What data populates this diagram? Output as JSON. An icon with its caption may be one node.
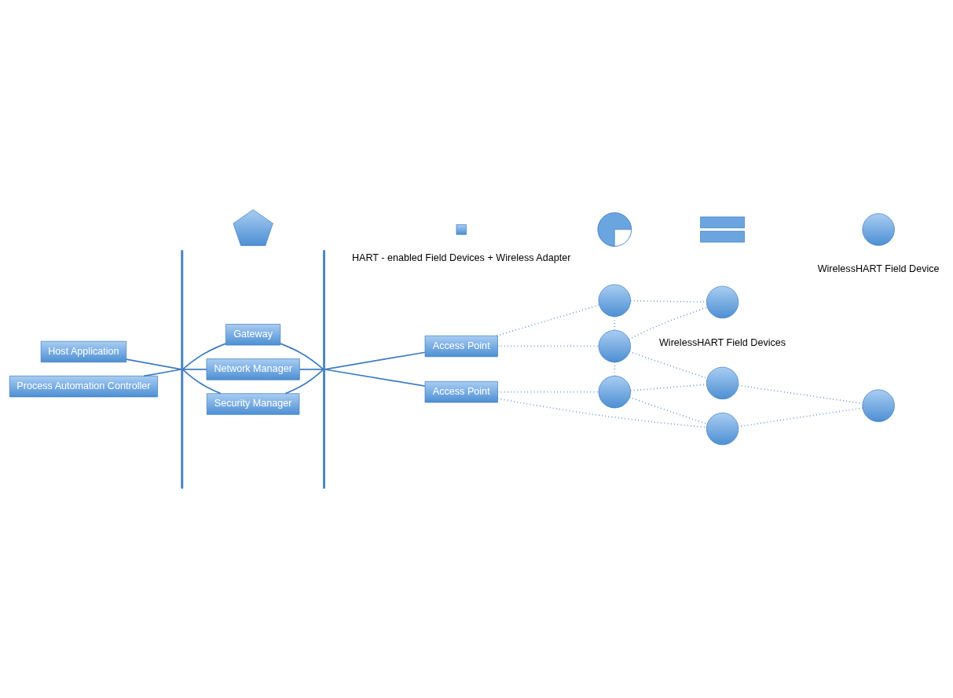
{
  "diagram": {
    "nodes": [
      {
        "text": [
          "Host Application"
        ]
      },
      {
        "text": [
          "Process Automation Controller"
        ]
      },
      {
        "text": [],
        "shape": "bar"
      },
      {
        "text": [
          "Gateway"
        ]
      },
      {
        "text": [
          "Network Manager"
        ]
      },
      {
        "text": [
          "Security Manager"
        ]
      },
      {
        "text": [],
        "shape": "bar"
      },
      {
        "text": [
          "Access Point"
        ]
      },
      {
        "text": [
          "Access Point"
        ]
      },
      {
        "text": [],
        "shape": "circle"
      },
      {
        "text": [],
        "shape": "circle"
      },
      {
        "text": [],
        "shape": "circle"
      },
      {
        "text": [],
        "shape": "circle"
      },
      {
        "text": [],
        "shape": "circle"
      },
      {
        "text": [],
        "shape": "circle"
      },
      {
        "text": [],
        "shape": "circle"
      },
      {
        "text": [],
        "shape": "pentagon"
      },
      {
        "text": [],
        "shape": "cross"
      },
      {
        "text": [],
        "shape": "pie"
      },
      {
        "text": [],
        "shape": "equals"
      },
      {
        "text": [],
        "shape": "circle"
      }
    ],
    "edges": [
      {
        "from": 0,
        "to": 2,
        "arrow": "none"
      },
      {
        "from": 1,
        "to": 2,
        "arrow": "none"
      },
      {
        "from": 2,
        "to": 3,
        "arrow": "none"
      },
      {
        "from": 2,
        "to": 4,
        "arrow": "none"
      },
      {
        "from": 2,
        "to": 5,
        "arrow": "none"
      },
      {
        "from": 3,
        "to": 6,
        "arrow": "none"
      },
      {
        "from": 4,
        "to": 6,
        "arrow": "none"
      },
      {
        "from": 5,
        "to": 6,
        "arrow": "none"
      },
      {
        "from": 6,
        "to": 7,
        "arrow": "none"
      },
      {
        "from": 6,
        "to": 8,
        "arrow": "none"
      },
      {
        "from": 7,
        "to": 9,
        "arrow": "none",
        "style": "dashed"
      },
      {
        "from": 7,
        "to": 11,
        "arrow": "none",
        "style": "dashed"
      },
      {
        "from": 9,
        "to": 11,
        "arrow": "none",
        "style": "dashed"
      },
      {
        "from": 9,
        "to": 10,
        "arrow": "none",
        "style": "dashed"
      },
      {
        "from": 11,
        "to": 10,
        "arrow": "none",
        "style": "dashed"
      },
      {
        "from": 11,
        "to": 13,
        "arrow": "none",
        "style": "dashed"
      },
      {
        "from": 11,
        "to": 12,
        "arrow": "none",
        "style": "dashed"
      },
      {
        "from": 13,
        "to": 12,
        "arrow": "none",
        "style": "dashed"
      },
      {
        "from": 13,
        "to": 15,
        "arrow": "none",
        "style": "dashed"
      },
      {
        "from": 8,
        "to": 13,
        "arrow": "none",
        "style": "dashed"
      },
      {
        "from": 12,
        "to": 14,
        "arrow": "none",
        "style": "dashed"
      },
      {
        "from": 14,
        "to": 15,
        "arrow": "none",
        "style": "dashed"
      },
      {
        "from": 8,
        "to": 15,
        "arrow": "none",
        "style": "dashed"
      }
    ],
    "labels": [
      "WirelessHART Field Devices",
      "HART - enabled Field Devices + Wireless Adapter",
      "WirelessHART Field Device"
    ]
  }
}
